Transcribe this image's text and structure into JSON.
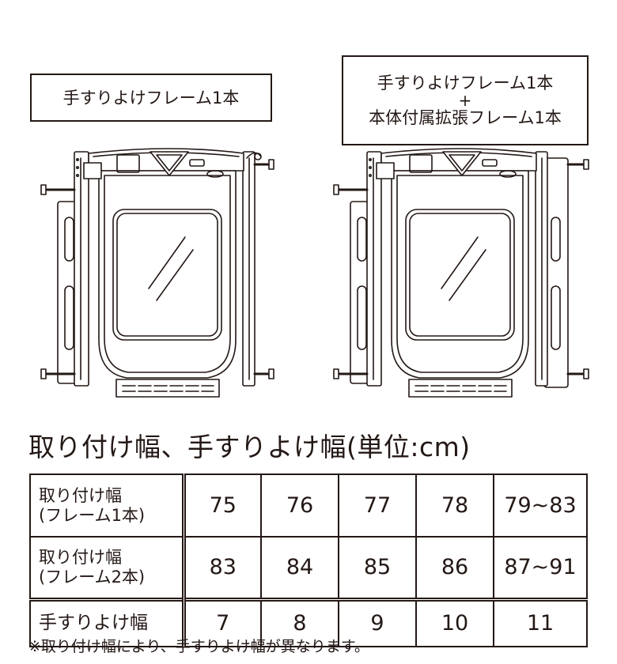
{
  "labels": {
    "left": "手すりよけフレーム1本",
    "right_line1": "手すりよけフレーム1本",
    "right_plus": "+",
    "right_line2": "本体付属拡張フレーム1本"
  },
  "section_title": "取り付け幅、手すりよけ幅(単位:cm)",
  "table": {
    "rows": [
      {
        "head1": "取り付け幅",
        "head2": "(フレーム1本)",
        "values": [
          "75",
          "76",
          "77",
          "78",
          "79~83"
        ]
      },
      {
        "head1": "取り付け幅",
        "head2": "(フレーム2本)",
        "values": [
          "83",
          "84",
          "85",
          "86",
          "87~91"
        ]
      },
      {
        "head1": "手すりよけ幅",
        "head2": "",
        "values": [
          "7",
          "8",
          "9",
          "10",
          "11"
        ]
      }
    ]
  },
  "footnote": "※取り付け幅により、手すりよけ幅が異なります。"
}
